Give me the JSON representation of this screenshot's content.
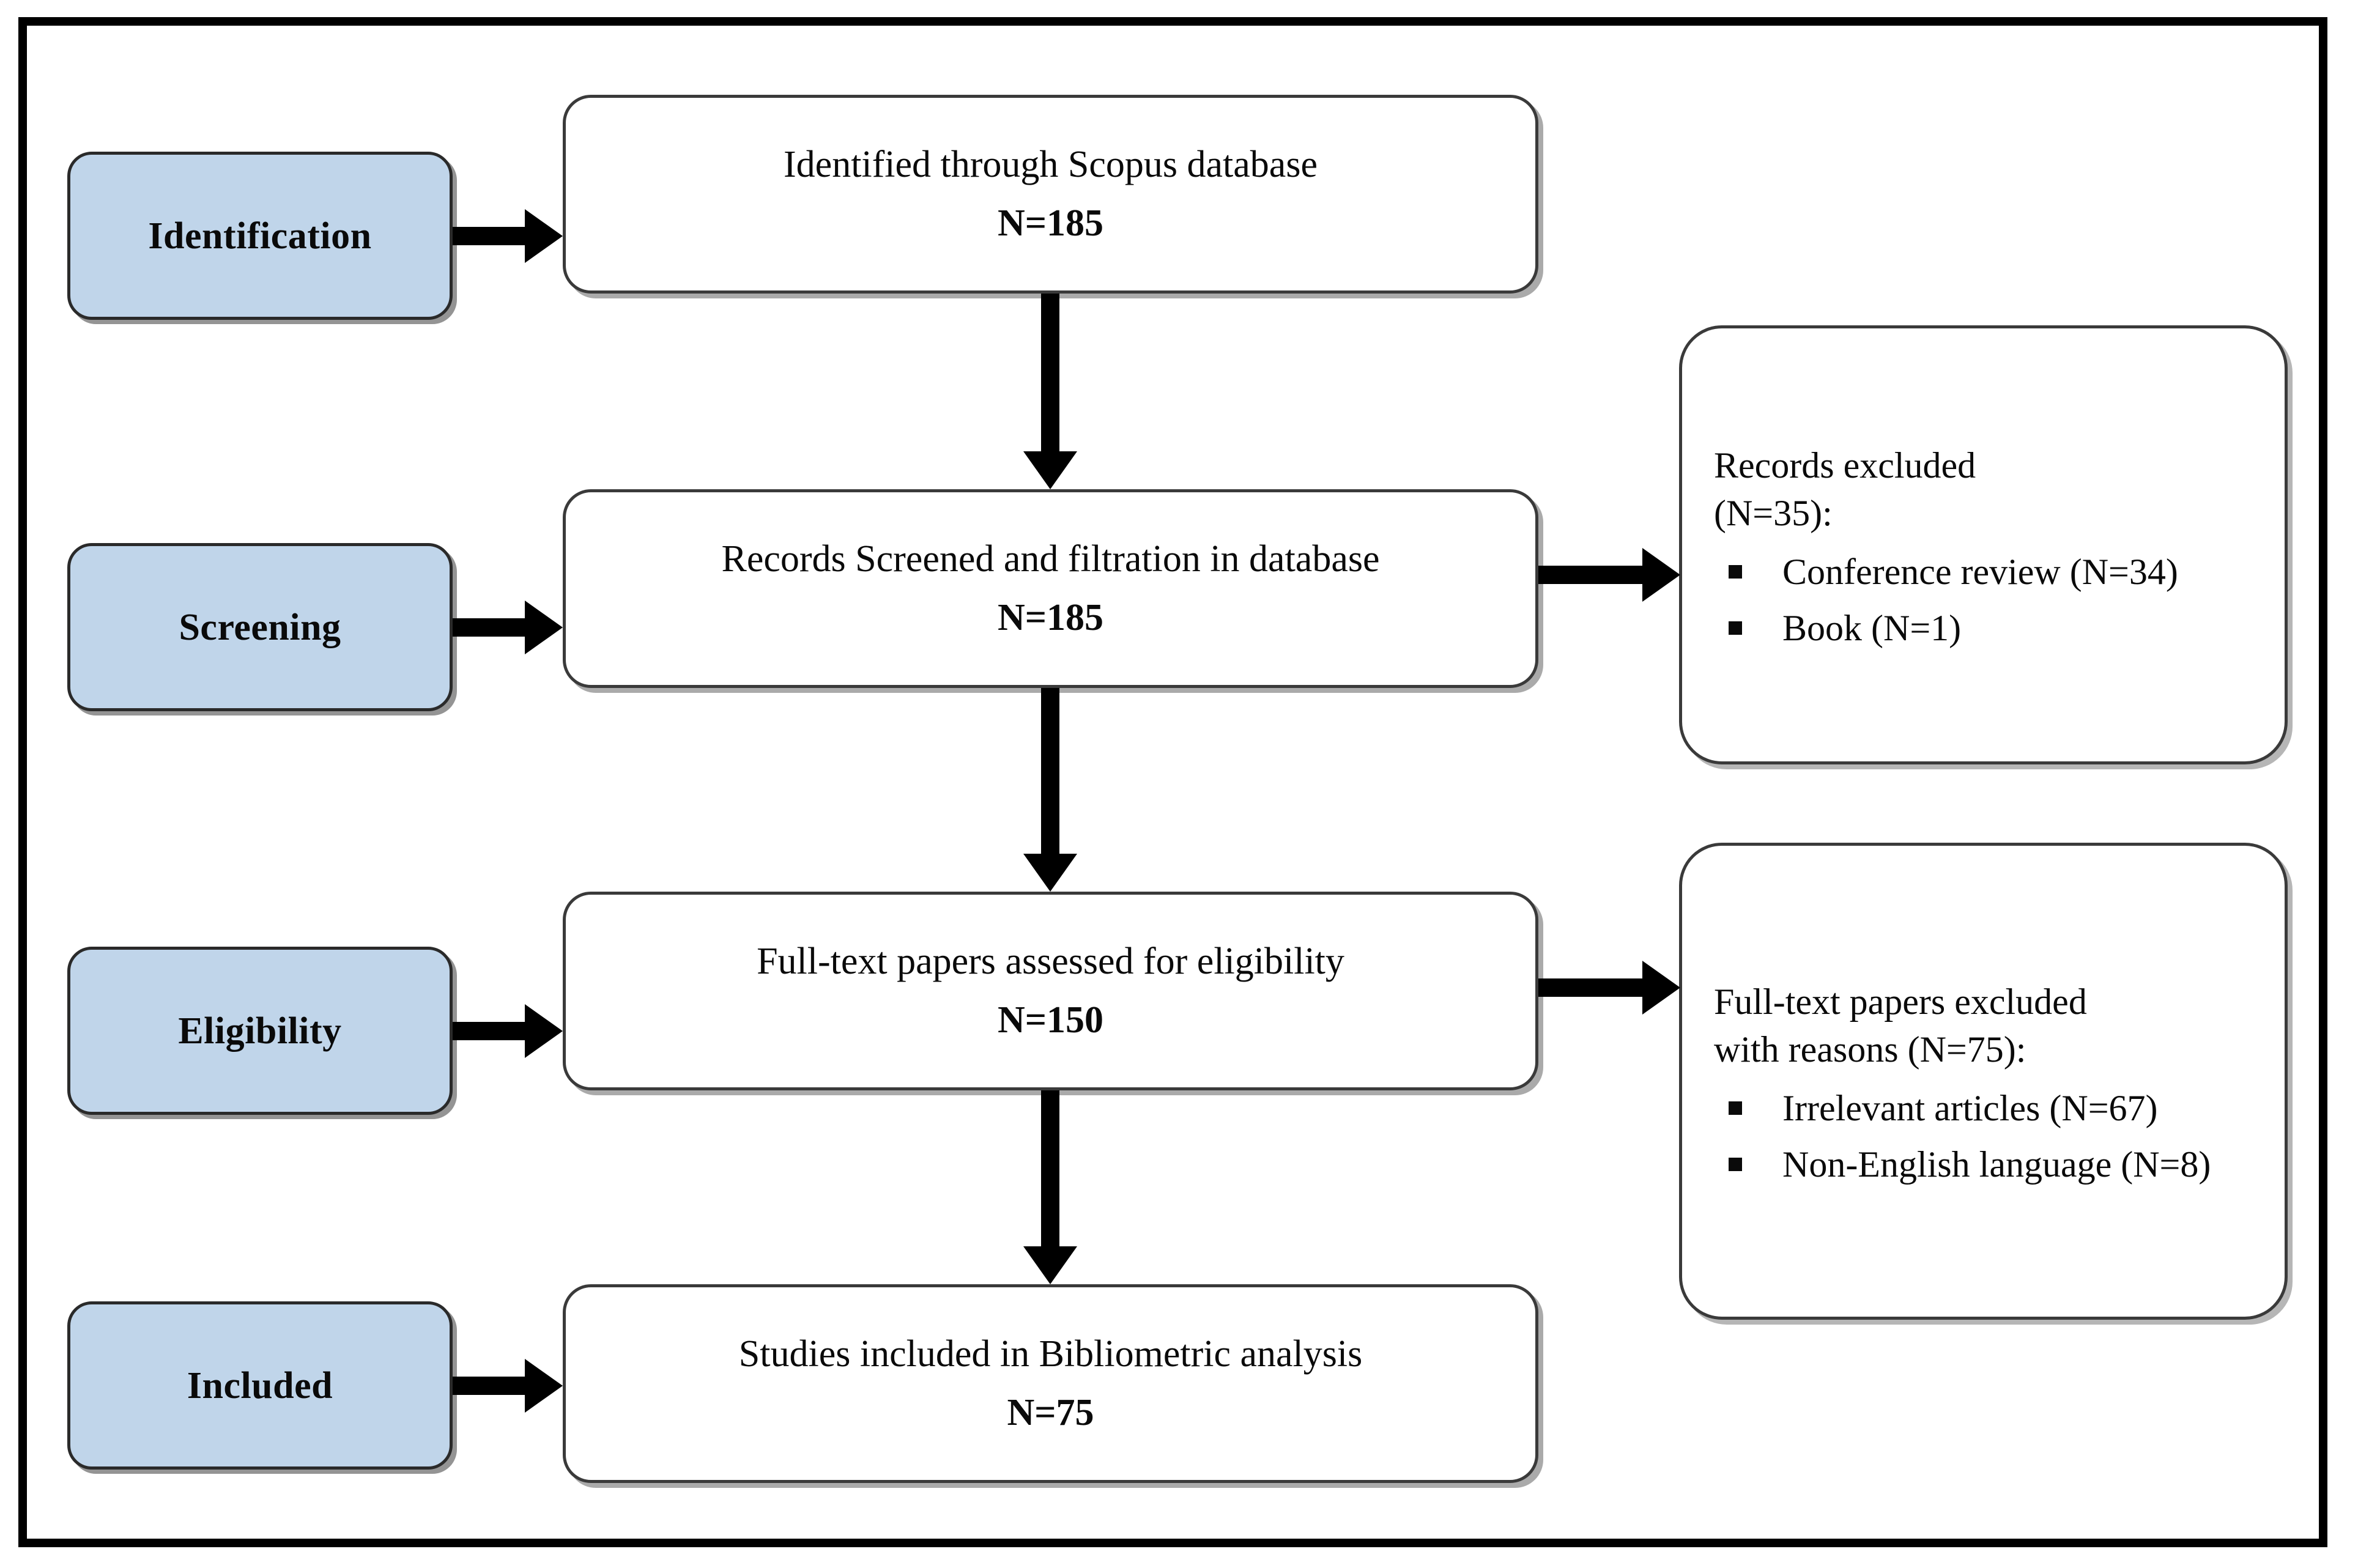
{
  "figure": {
    "type": "prisma-flow-diagram",
    "frame_color": "#000000",
    "stage_fill_color": "#c0d5ea",
    "box_border_color": "#3a3a3a",
    "arrow_color": "#000000"
  },
  "stages": [
    {
      "id": "identification",
      "label": "Identification"
    },
    {
      "id": "screening",
      "label": "Screening"
    },
    {
      "id": "eligibility",
      "label": "Eligibility"
    },
    {
      "id": "included",
      "label": "Included"
    }
  ],
  "flow_boxes": [
    {
      "id": "identified",
      "text": "Identified through Scopus database",
      "count_label": "N=185"
    },
    {
      "id": "screened",
      "text": "Records Screened and filtration in database",
      "count_label": "N=185"
    },
    {
      "id": "eligibility-assessed",
      "text": "Full-text papers assessed for eligibility",
      "count_label": "N=150"
    },
    {
      "id": "included-studies",
      "text": "Studies included in Bibliometric analysis",
      "count_label": "N=75"
    }
  ],
  "exclusion_boxes": [
    {
      "id": "records-excluded",
      "heading_line_1": "Records excluded",
      "heading_line_2": "(N=35):",
      "reasons": [
        "Conference review (N=34)",
        "Book (N=1)"
      ]
    },
    {
      "id": "fulltext-excluded",
      "heading_line_1": "Full-text papers excluded",
      "heading_line_2": "with reasons (N=75):",
      "reasons": [
        "Irrelevant articles (N=67)",
        "Non-English language (N=8)"
      ]
    }
  ]
}
